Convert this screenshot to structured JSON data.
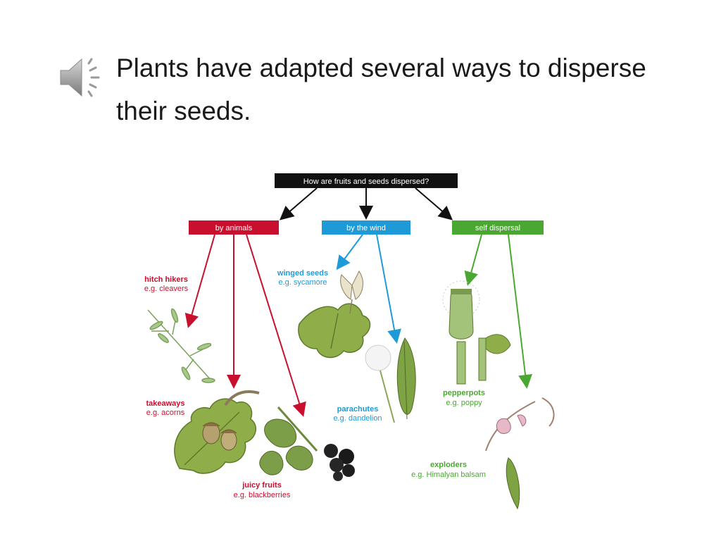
{
  "slide": {
    "title": "Plants have adapted several ways to disperse their seeds."
  },
  "colors": {
    "animals": "#c8102e",
    "wind": "#1e9bd7",
    "self": "#4aa832",
    "root": "#111111"
  },
  "diagram": {
    "root": "How are fruits and seeds dispersed?",
    "categories": [
      {
        "label": "by animals"
      },
      {
        "label": "by the wind"
      },
      {
        "label": "self dispersal"
      }
    ],
    "items": {
      "hitch_hikers": {
        "name": "hitch hikers",
        "example": "e.g. cleavers"
      },
      "takeaways": {
        "name": "takeaways",
        "example": "e.g. acorns"
      },
      "juicy_fruits": {
        "name": "juicy fruits",
        "example": "e.g. blackberries"
      },
      "winged_seeds": {
        "name": "winged seeds",
        "example": "e.g. sycamore"
      },
      "parachutes": {
        "name": "parachutes",
        "example": "e.g. dandelion"
      },
      "pepperpots": {
        "name": "pepperpots",
        "example": "e.g. poppy"
      },
      "exploders": {
        "name": "exploders",
        "example": "e.g. Himalyan balsam"
      }
    }
  },
  "icons": [
    "speaker-icon"
  ]
}
